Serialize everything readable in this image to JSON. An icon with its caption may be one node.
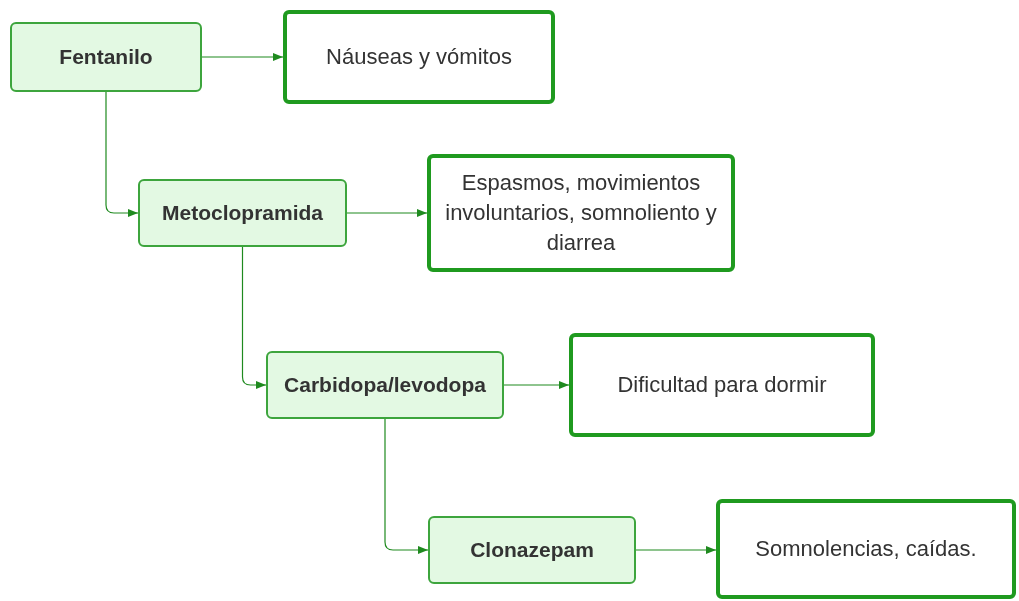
{
  "diagram": {
    "nodes": [
      {
        "text": [
          "Fentanilo"
        ]
      },
      {
        "text": [
          "Náuseas y vómitos"
        ]
      },
      {
        "text": [
          "Metoclopramida"
        ]
      },
      {
        "text": [
          "Espasmos, movimientos involuntarios, somnoliento y diarrea"
        ]
      },
      {
        "text": [
          "Carbidopa/levodopa"
        ]
      },
      {
        "text": [
          "Dificultad para dormir"
        ]
      },
      {
        "text": [
          "Clonazepam"
        ]
      },
      {
        "text": [
          "Somnolencias, caídas."
        ]
      }
    ],
    "edges": [
      {
        "from": 0,
        "to": 1,
        "arrow": "to"
      },
      {
        "from": 0,
        "to": 2,
        "arrow": "to"
      },
      {
        "from": 2,
        "to": 3,
        "arrow": "to"
      },
      {
        "from": 2,
        "to": 4,
        "arrow": "to"
      },
      {
        "from": 4,
        "to": 5,
        "arrow": "to"
      },
      {
        "from": 4,
        "to": 6,
        "arrow": "to"
      },
      {
        "from": 6,
        "to": 7,
        "arrow": "to"
      }
    ]
  }
}
